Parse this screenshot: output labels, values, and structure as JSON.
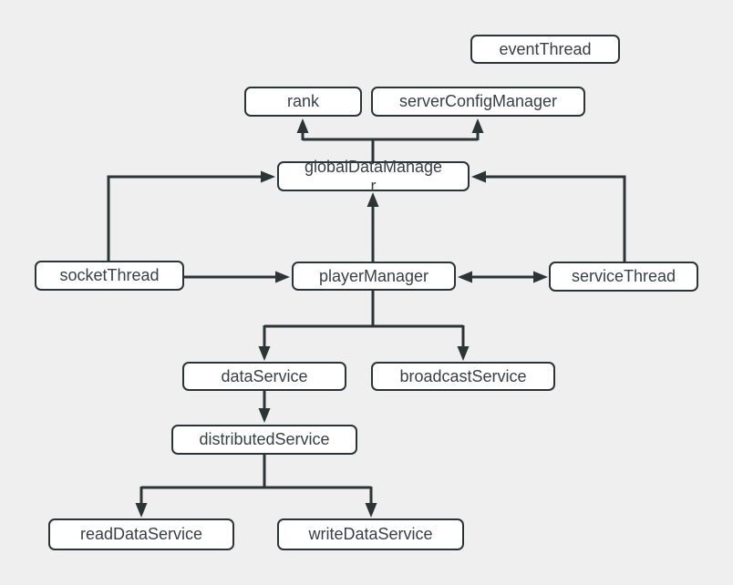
{
  "diagram": {
    "colors": {
      "background": "#efefef",
      "node_fill": "#ffffff",
      "stroke": "#2d3436",
      "text": "#3a3f44"
    },
    "nodes": {
      "eventThread": {
        "label": "eventThread"
      },
      "rank": {
        "label": "rank"
      },
      "serverConfigManager": {
        "label": "serverConfigManager"
      },
      "globalDataManager": {
        "label": "globalDataManager",
        "display_lines": [
          "globalDataManage",
          "r"
        ]
      },
      "socketThread": {
        "label": "socketThread"
      },
      "playerManager": {
        "label": "playerManager"
      },
      "serviceThread": {
        "label": "serviceThread"
      },
      "dataService": {
        "label": "dataService"
      },
      "broadcastService": {
        "label": "broadcastService"
      },
      "distributedService": {
        "label": "distributedService"
      },
      "readDataService": {
        "label": "readDataService"
      },
      "writeDataService": {
        "label": "writeDataService"
      }
    },
    "edges": [
      {
        "from": "globalDataManager",
        "to": "rank",
        "type": "arrow"
      },
      {
        "from": "globalDataManager",
        "to": "serverConfigManager",
        "type": "arrow"
      },
      {
        "from": "socketThread",
        "to": "globalDataManager",
        "type": "arrow"
      },
      {
        "from": "serviceThread",
        "to": "globalDataManager",
        "type": "arrow"
      },
      {
        "from": "playerManager",
        "to": "globalDataManager",
        "type": "arrow"
      },
      {
        "from": "socketThread",
        "to": "playerManager",
        "type": "arrow"
      },
      {
        "from": "playerManager",
        "to": "serviceThread",
        "type": "double-arrow"
      },
      {
        "from": "playerManager",
        "to": "dataService",
        "type": "arrow"
      },
      {
        "from": "playerManager",
        "to": "broadcastService",
        "type": "arrow"
      },
      {
        "from": "dataService",
        "to": "distributedService",
        "type": "arrow"
      },
      {
        "from": "distributedService",
        "to": "readDataService",
        "type": "arrow"
      },
      {
        "from": "distributedService",
        "to": "writeDataService",
        "type": "arrow"
      }
    ]
  }
}
